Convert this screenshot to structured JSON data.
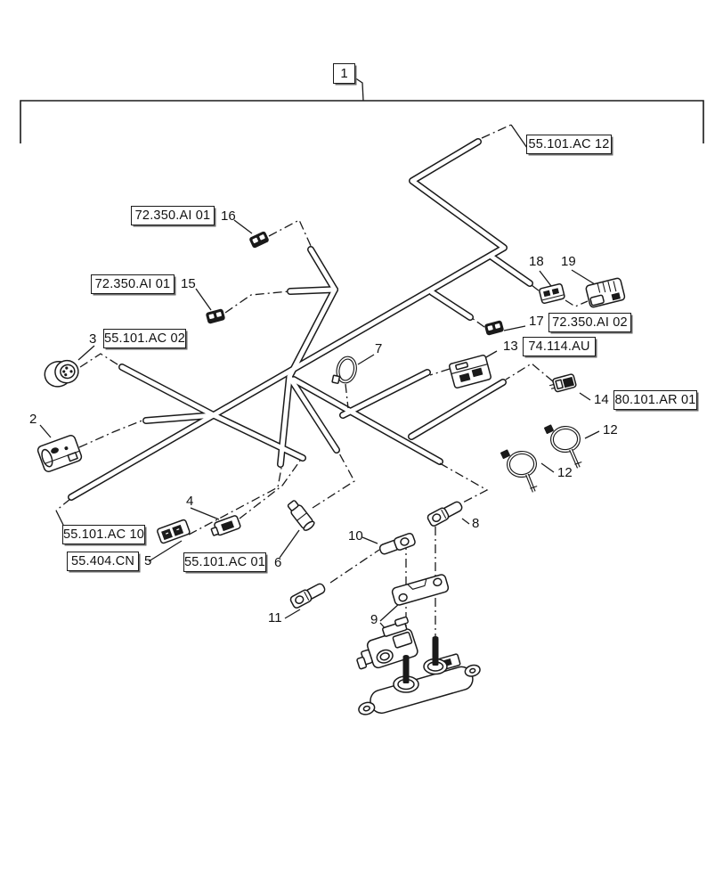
{
  "diagram": {
    "callout_box": "1",
    "ref_labels": {
      "ac12": "55.101.AC 12",
      "ai01_a": "72.350.AI 01",
      "ai01_b": "72.350.AI 01",
      "ac02": "55.101.AC 02",
      "ai02": "72.350.AI 02",
      "au": "74.114.AU",
      "ar01": "80.101.AR 01",
      "ac10": "55.101.AC 10",
      "cn": "55.404.CN",
      "ac01": "55.101.AC 01"
    },
    "items": {
      "i2": "2",
      "i3": "3",
      "i4": "4",
      "i5": "5",
      "i6": "6",
      "i7": "7",
      "i8": "8",
      "i9": "9",
      "i10": "10",
      "i11": "11",
      "i12a": "12",
      "i12b": "12",
      "i13": "13",
      "i14": "14",
      "i15": "15",
      "i16": "16",
      "i17": "17",
      "i18": "18",
      "i19": "19"
    },
    "colors": {
      "ink": "#1a1a1a",
      "background": "#ffffff"
    }
  }
}
